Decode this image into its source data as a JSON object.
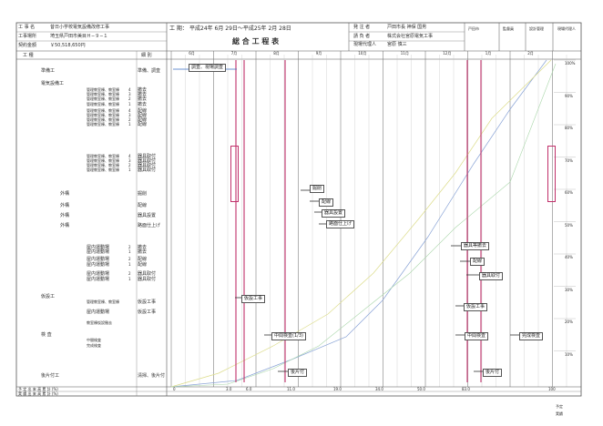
{
  "header": {
    "work_name_label": "工 事 名",
    "work_name": "昔日小学校電気設備改修工事",
    "location_label": "工事場所",
    "location": "埼玉県戸田市美目Ｈ−９−１",
    "contract_label": "契約金額",
    "contract_amount": "￥50,518,650円",
    "period_label": "工 期：",
    "period": "平成24年 6月 29日〜平成25年 2月 28日",
    "doc_title": "総 合 工 程 表",
    "orderer_label": "発 注 者",
    "orderer": "戸田市長 神保 国男",
    "contractor_label": "請 負 者",
    "contractor": "株式会社宮原電気工事",
    "agent_label": "現場代理人",
    "agent": "宮原 慎三",
    "stamps": [
      "戸田市",
      "監督員",
      "設計管理",
      "現場代理人"
    ]
  },
  "columns": {
    "work_type": "工 種",
    "detail": "細 別"
  },
  "months": [
    "6月",
    "7月",
    "8月",
    "9月",
    "10月",
    "11月",
    "12月",
    "1月",
    "2月"
  ],
  "percent_labels": [
    "100%",
    "90%",
    "80%",
    "70%",
    "60%",
    "50%",
    "40%",
    "30%",
    "20%",
    "10%"
  ],
  "rows": [
    {
      "name": "準備工",
      "detail": "準備、調査"
    },
    {
      "name": "電気設備工",
      "detail": ""
    },
    {
      "name": "管理教室棟、教室棟",
      "n": "4",
      "detail": "撤去"
    },
    {
      "name": "管理教室棟、教室棟",
      "n": "3",
      "detail": "撤去"
    },
    {
      "name": "管理教室棟、教室棟",
      "n": "2",
      "detail": "撤去"
    },
    {
      "name": "管理教室棟、教室棟",
      "n": "1",
      "detail": "撤去"
    },
    {
      "name": "管理教室棟、教室棟",
      "n": "4",
      "detail": "配線"
    },
    {
      "name": "管理教室棟、教室棟",
      "n": "3",
      "detail": "配線"
    },
    {
      "name": "管理教室棟、教室棟",
      "n": "2",
      "detail": "配線"
    },
    {
      "name": "管理教室棟、教室棟",
      "n": "1",
      "detail": "配線"
    },
    {
      "name": "管理教室棟、教室棟",
      "n": "4",
      "detail": "器具取付"
    },
    {
      "name": "管理教室棟、教室棟",
      "n": "3",
      "detail": "器具取付"
    },
    {
      "name": "管理教室棟、教室棟",
      "n": "2",
      "detail": "器具取付"
    },
    {
      "name": "管理教室棟、教室棟",
      "n": "1",
      "detail": "器具取付"
    },
    {
      "name": "外構",
      "detail": "掘削"
    },
    {
      "name": "外構",
      "detail": "配線"
    },
    {
      "name": "外構",
      "detail": "器具設置"
    },
    {
      "name": "外構",
      "detail": "路面仕上げ"
    },
    {
      "name": "屋内運動場",
      "n": "2",
      "detail": "撤去"
    },
    {
      "name": "屋内運動場",
      "n": "1",
      "detail": "撤去"
    },
    {
      "name": "屋内運動場",
      "n": "2",
      "detail": "配線"
    },
    {
      "name": "屋内運動場",
      "n": "1",
      "detail": "配線"
    },
    {
      "name": "屋内運動場",
      "n": "2",
      "detail": "器具取付"
    },
    {
      "name": "屋内運動場",
      "n": "1",
      "detail": "器具取付"
    },
    {
      "name": "仮設工",
      "detail": ""
    },
    {
      "name": "管理教室棟、教室棟",
      "detail": "仮設工事"
    },
    {
      "name": "屋内運動場",
      "detail": "仮設工事"
    },
    {
      "name": "教室棟仮設撤去",
      "detail": ""
    },
    {
      "name": "検 査",
      "detail": ""
    },
    {
      "name": "中間検査",
      "detail": ""
    },
    {
      "name": "完成検査",
      "detail": ""
    },
    {
      "name": "後片付工",
      "detail": "清掃、後片付"
    }
  ],
  "bars": {
    "prep": "調査、現場調査",
    "b_dig": "掘削",
    "b_wire": "配線",
    "b_fix": "器具設置",
    "b_road": "路面仕上げ",
    "g_rem": "器具等撤去",
    "g_wire": "配線",
    "g_fix": "器具取付",
    "tmp1": "仮設工事",
    "tmp2": "仮設工事",
    "mid1": "中間検査(1/3)",
    "mid2": "中間検査",
    "final": "完成検査",
    "clean1": "後片付",
    "clean2": "後片付"
  },
  "footer": {
    "plan_label": "予 定 出 来 高 累 計 (%)",
    "actual_label": "実 績 出 来 高 累 計 (%)",
    "progress": [
      "0",
      "3.0",
      "6.0",
      "11.0",
      "19.0",
      "34.0",
      "50.0",
      "83.0",
      "100"
    ],
    "legend_plan": "予定",
    "legend_actual": "実績"
  }
}
